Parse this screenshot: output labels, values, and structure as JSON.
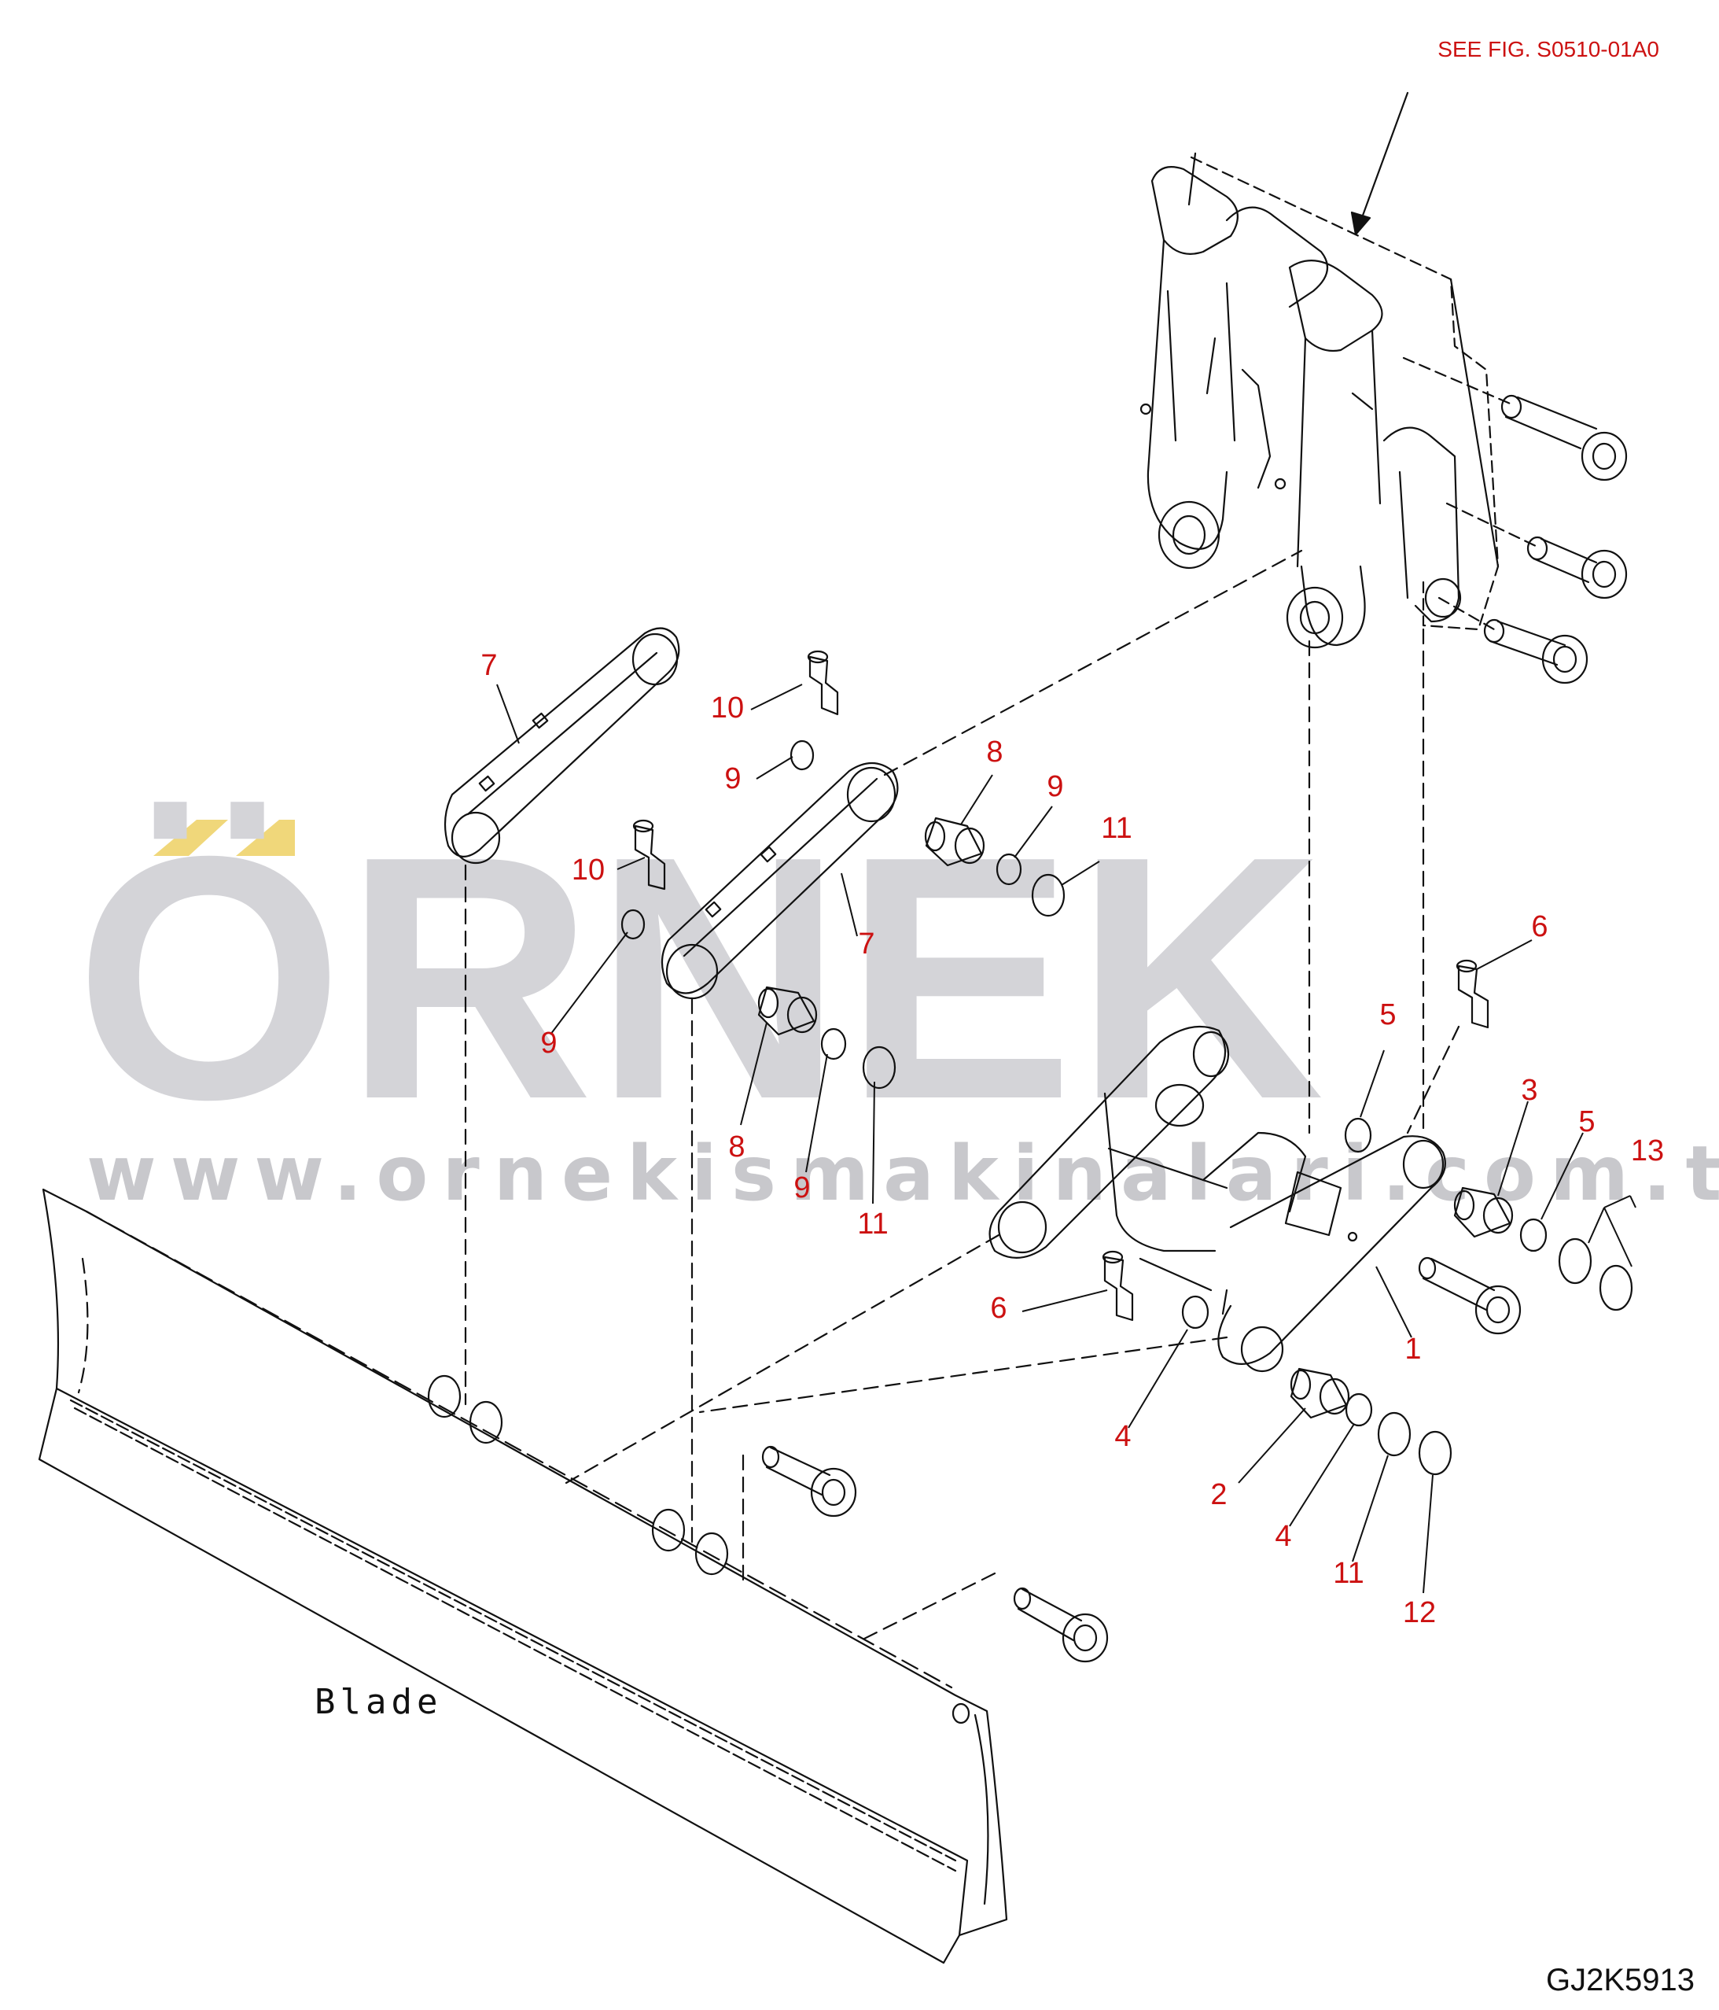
{
  "see_fig_note": "SEE FIG. S0510-01A0",
  "drawing_code": "GJ2K5913",
  "blade_label": "Blade",
  "watermark": {
    "logo_text": "ÖRNEK",
    "url": "www.ornekismakinalari.com.tr"
  },
  "part_refs": [
    "7",
    "10",
    "9",
    "7",
    "10",
    "9",
    "8",
    "9",
    "11",
    "8",
    "9",
    "11",
    "6",
    "5",
    "3",
    "5",
    "13",
    "6",
    "1",
    "4",
    "2",
    "4",
    "11",
    "12"
  ],
  "colors": {
    "ref_labels": "#cc1111",
    "line_art": "#111111",
    "watermark_gray": "#d4d4d8",
    "watermark_accent": "#f0d77a"
  }
}
